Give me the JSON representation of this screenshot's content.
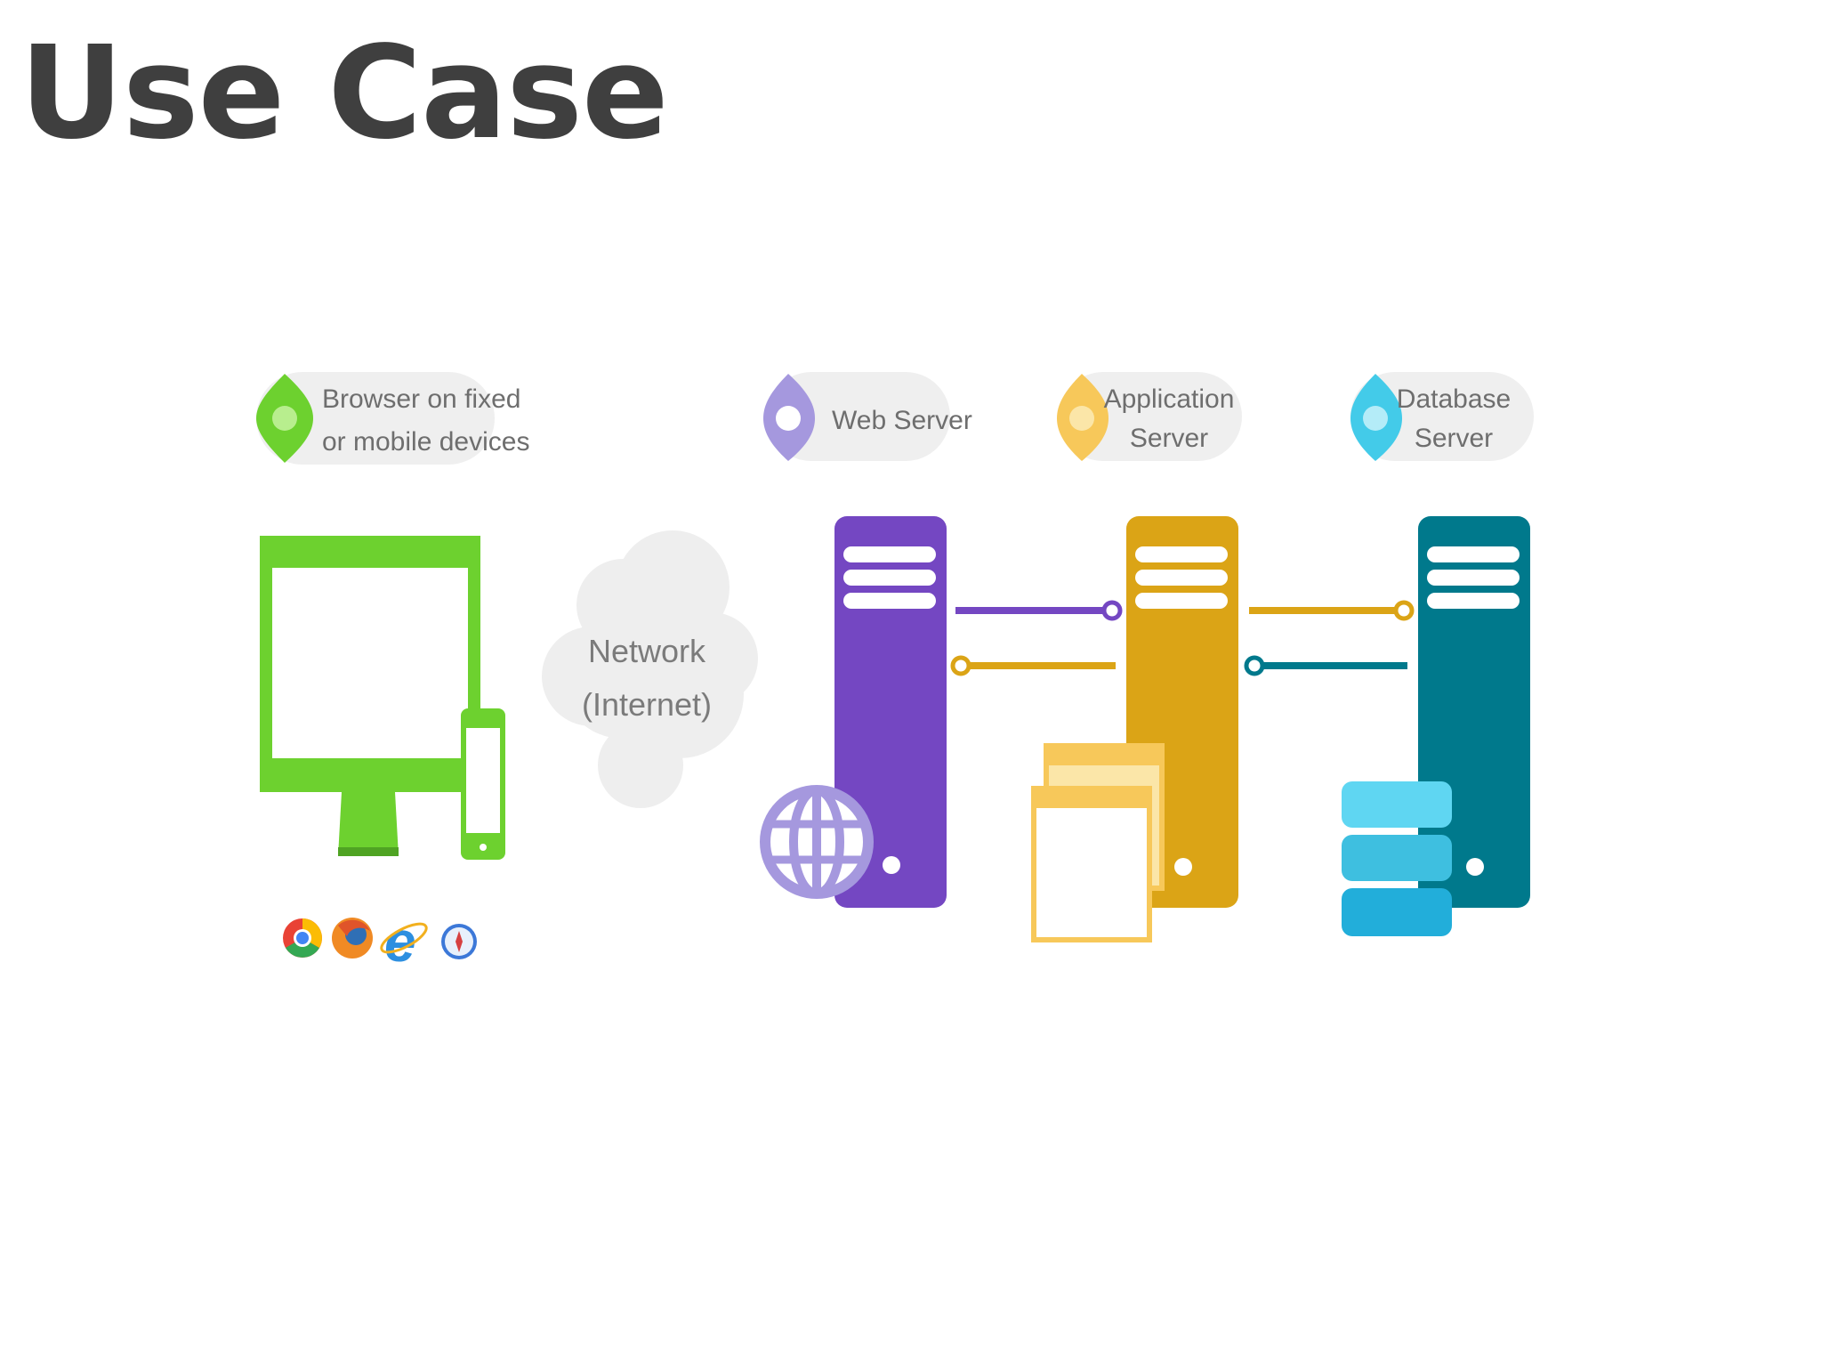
{
  "slide": {
    "title": "Use Case"
  },
  "diagram": {
    "client": {
      "label_line1": "Browser on fixed",
      "label_line2": "or mobile devices",
      "color": "#6dd12f"
    },
    "network": {
      "label_line1": "Network",
      "label_line2": "(Internet)"
    },
    "web_server": {
      "label_line1": "Web Server",
      "color": "#7447c2",
      "accent": "#a598de"
    },
    "app_server": {
      "label_line1": "Application",
      "label_line2": "Server",
      "color": "#dba416",
      "accent": "#f7c85a"
    },
    "db_server": {
      "label_line1": "Database",
      "label_line2": "Server",
      "color": "#00798c",
      "accent": "#43cbe9"
    },
    "browser_icons": [
      "chrome-icon",
      "firefox-icon",
      "internet-explorer-icon",
      "safari-icon"
    ]
  }
}
